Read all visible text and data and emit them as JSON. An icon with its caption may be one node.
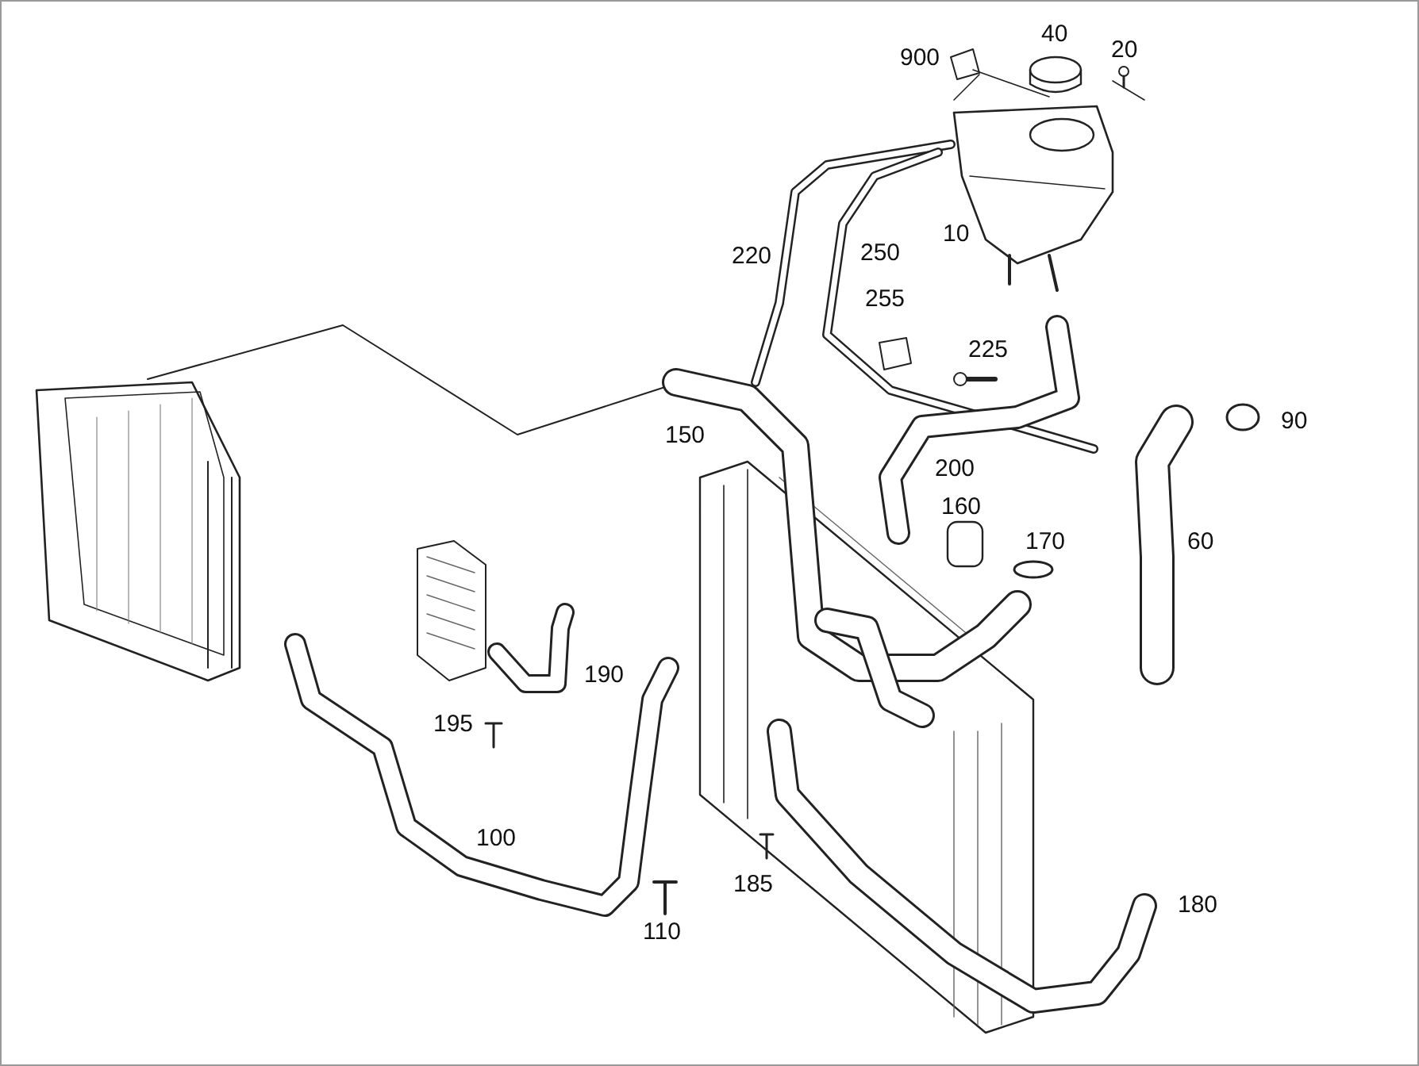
{
  "diagram": {
    "labels": [
      "40",
      "20",
      "900",
      "10",
      "220",
      "250",
      "255",
      "225",
      "90",
      "150",
      "200",
      "160",
      "170",
      "60",
      "190",
      "195",
      "100",
      "185",
      "180",
      "110"
    ]
  }
}
